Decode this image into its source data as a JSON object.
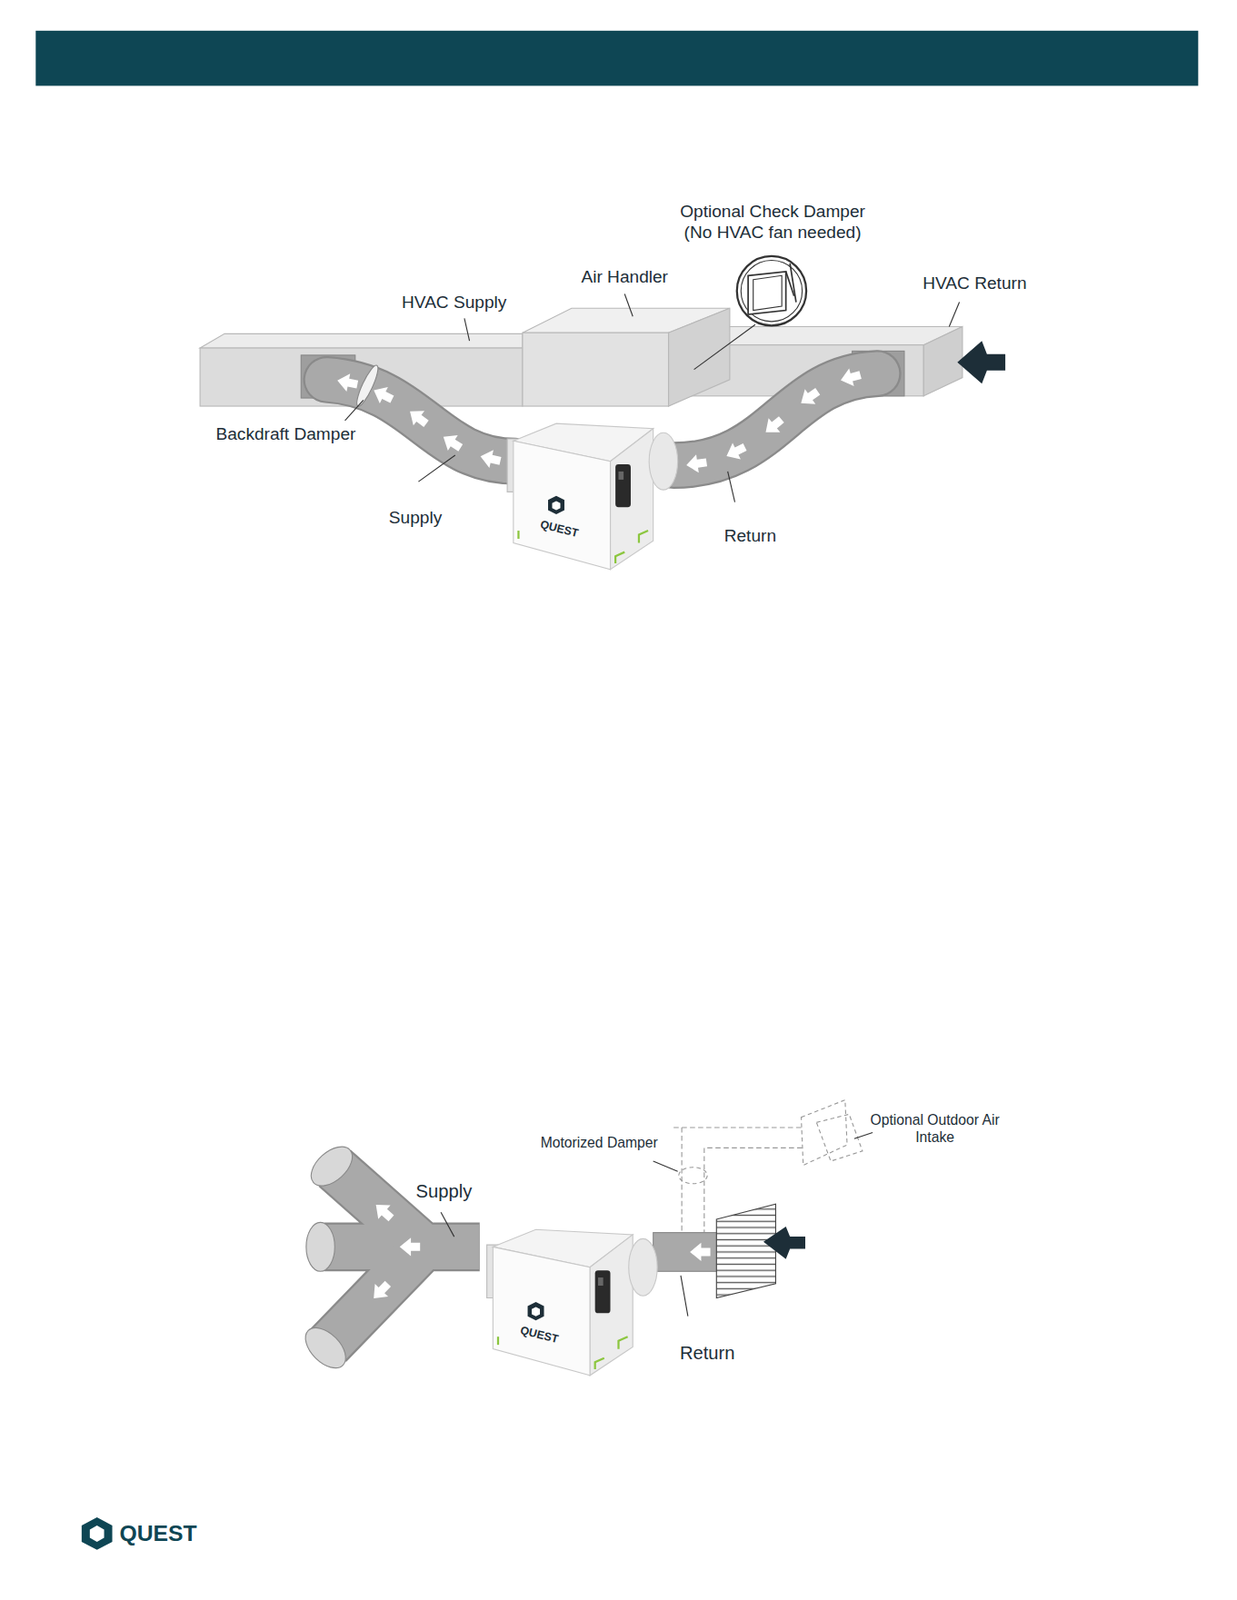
{
  "diagram": {
    "labels": [
      "Optional Check Damper (No HVAC fan needed)",
      "Air Handler",
      "HVAC Supply",
      "HVAC Return",
      "Backdraft Damper",
      "Supply",
      "QUEST",
      "Return",
      "Motorized Damper",
      "Optional Outdoor Air Intake",
      "Supply",
      "QUEST",
      "Return",
      "QUEST"
    ]
  }
}
